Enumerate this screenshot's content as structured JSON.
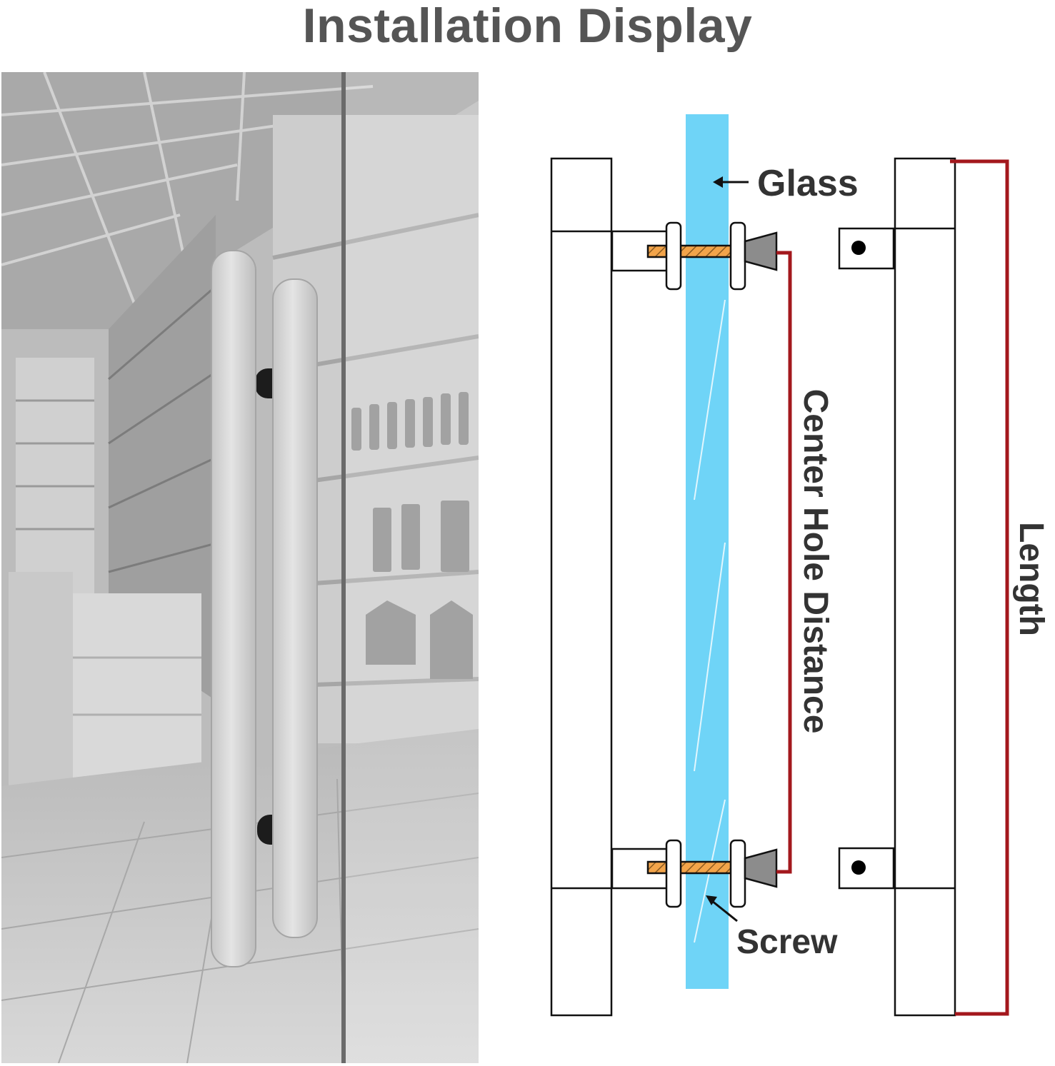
{
  "title": "Installation Display",
  "labels": {
    "glass": "Glass",
    "screw": "Screw",
    "center_hole_distance": "Center Hole Distance",
    "length": "Length"
  },
  "colors": {
    "title": "#555555",
    "glass": "#6fd4f7",
    "dimension_line": "#a3181d",
    "screw": "#f2a44a",
    "cap": "#8c8c8c",
    "outline": "#111111"
  }
}
